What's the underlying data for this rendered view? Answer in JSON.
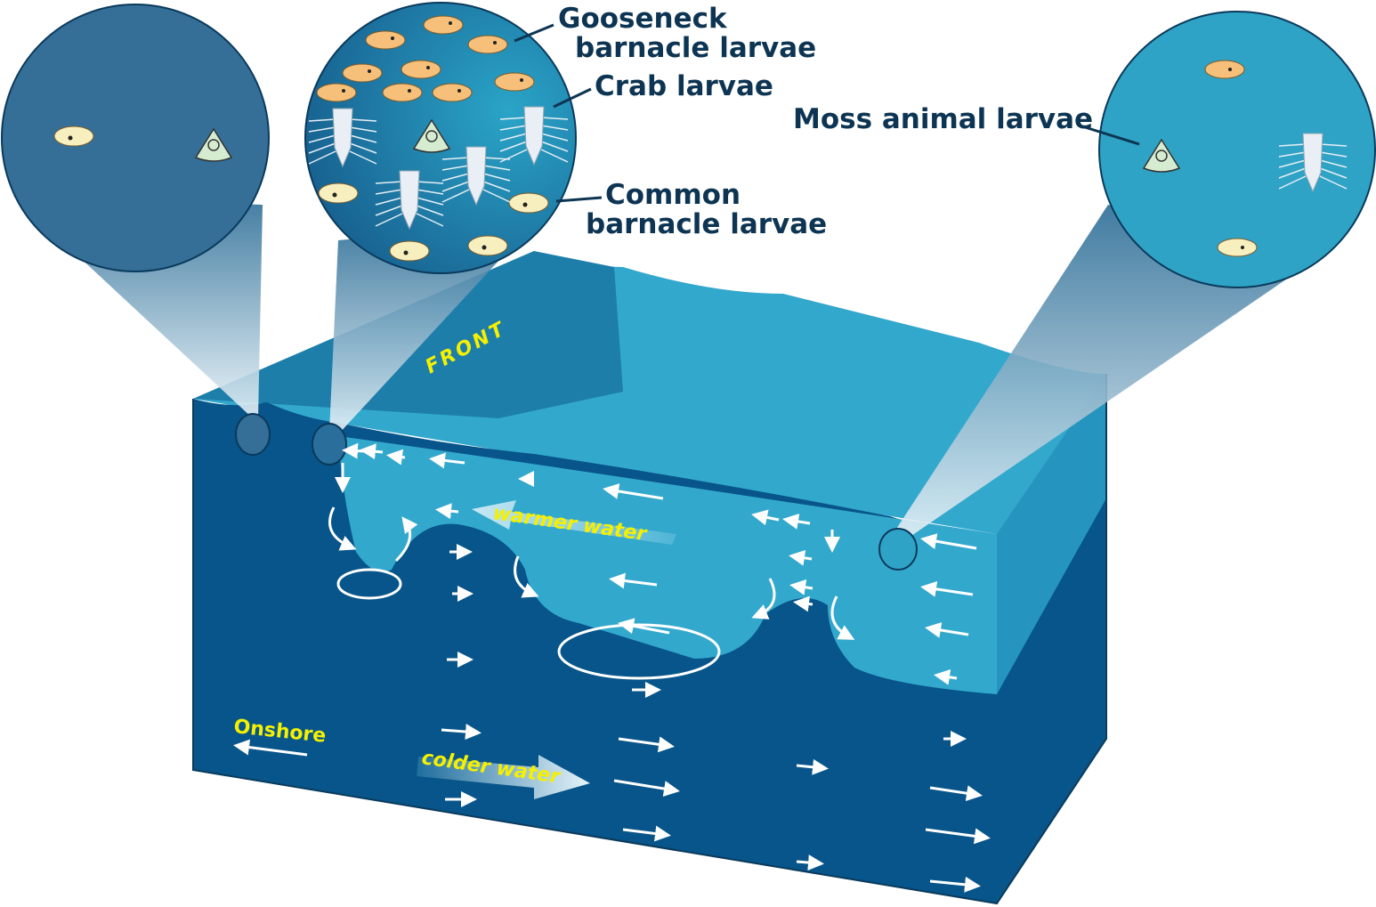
{
  "labels": {
    "gooseneck": [
      "Gooseneck",
      "barnacle larvae"
    ],
    "crab": "Crab larvae",
    "moss": "Moss animal larvae",
    "common": [
      "Common",
      "barnacle larvae"
    ],
    "front": "FRONT",
    "warmer": "warmer water",
    "colder": "colder water",
    "onshore": "Onshore"
  },
  "colors": {
    "deep_water": "#07558a",
    "front_water": "#34a9cd",
    "label_text": "#0d3553",
    "yellow_text": "#f4f000",
    "larva_orange": "#f6c07a",
    "larva_cream": "#f8efbf"
  }
}
